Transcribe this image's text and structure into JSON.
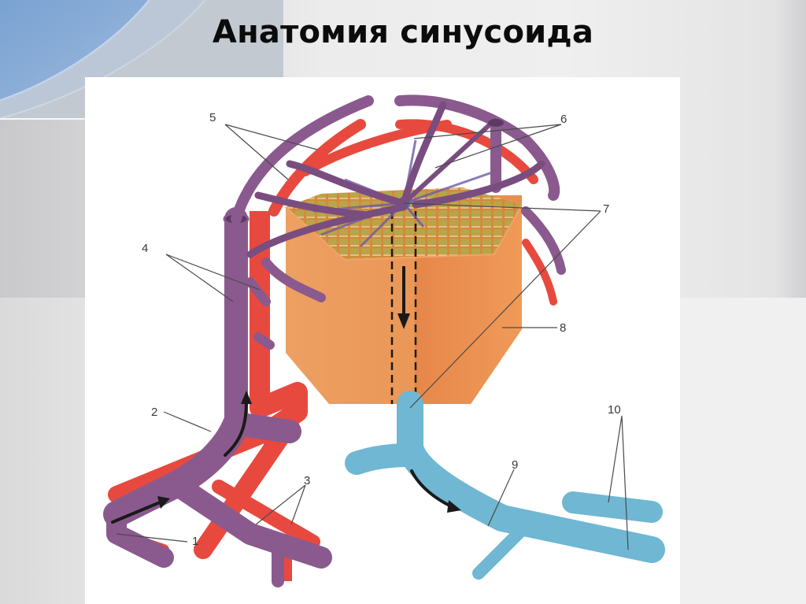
{
  "slide": {
    "title": "Анатомия синусоида"
  },
  "diagram": {
    "subject": "liver lobule sinusoid anatomy",
    "labels": [
      {
        "id": "1",
        "text": "1"
      },
      {
        "id": "2",
        "text": "2"
      },
      {
        "id": "3",
        "text": "3"
      },
      {
        "id": "4",
        "text": "4"
      },
      {
        "id": "5",
        "text": "5"
      },
      {
        "id": "6",
        "text": "6"
      },
      {
        "id": "7",
        "text": "7"
      },
      {
        "id": "8",
        "text": "8"
      },
      {
        "id": "9",
        "text": "9"
      },
      {
        "id": "10",
        "text": "10"
      }
    ],
    "colors": {
      "portal_vein": "#8a5a8e",
      "artery": "#e8493f",
      "central_vein": "#6fb7d2",
      "lobule": "#e98a4e",
      "lobule_top": "#c9a24e",
      "sinusoid_center": "#3f6fb3"
    }
  }
}
